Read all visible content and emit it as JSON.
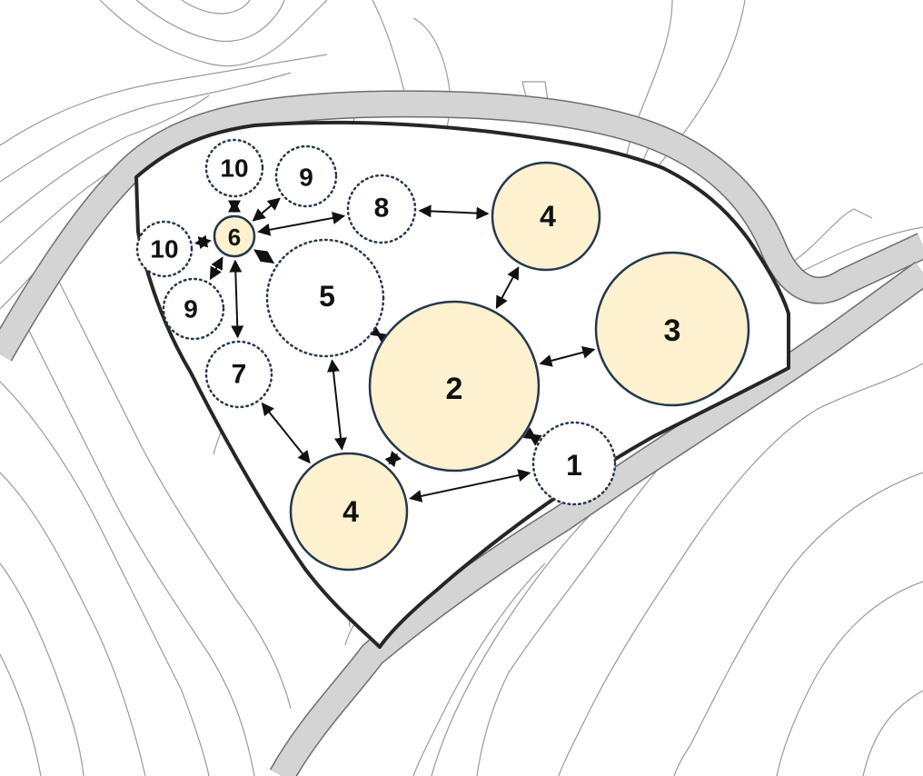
{
  "colors": {
    "site_fill": "#ffffff",
    "road": "#d4d4d4",
    "contour": "#9a9a9a",
    "zone_fill": "#fdf1cf",
    "zone_stroke": "#25384d",
    "arrow": "#111111"
  },
  "zones": {
    "z1": {
      "label": "1",
      "style": "dotted"
    },
    "z2": {
      "label": "2",
      "style": "solid"
    },
    "z3": {
      "label": "3",
      "style": "solid"
    },
    "z4a": {
      "label": "4",
      "style": "solid"
    },
    "z4b": {
      "label": "4",
      "style": "solid"
    },
    "z5": {
      "label": "5",
      "style": "dotted"
    },
    "z6": {
      "label": "6",
      "style": "solid"
    },
    "z7": {
      "label": "7",
      "style": "dotted"
    },
    "z8": {
      "label": "8",
      "style": "dotted"
    },
    "z9a": {
      "label": "9",
      "style": "dotted"
    },
    "z9b": {
      "label": "9",
      "style": "dotted"
    },
    "z10a": {
      "label": "10",
      "style": "dotted"
    },
    "z10b": {
      "label": "10",
      "style": "dotted"
    }
  },
  "connections": [
    [
      "z8",
      "z4a"
    ],
    [
      "z4a",
      "z2"
    ],
    [
      "z2",
      "z3"
    ],
    [
      "z2",
      "z1"
    ],
    [
      "z1",
      "z4b"
    ],
    [
      "z2",
      "z4b"
    ],
    [
      "z5",
      "z2"
    ],
    [
      "z5",
      "z4b"
    ],
    [
      "z7",
      "z4b"
    ],
    [
      "z6",
      "z7"
    ],
    [
      "z6",
      "z5"
    ],
    [
      "z6",
      "z8"
    ],
    [
      "z6",
      "z9a"
    ],
    [
      "z6",
      "z10a"
    ],
    [
      "z6",
      "z10b"
    ],
    [
      "z6",
      "z9b"
    ]
  ]
}
